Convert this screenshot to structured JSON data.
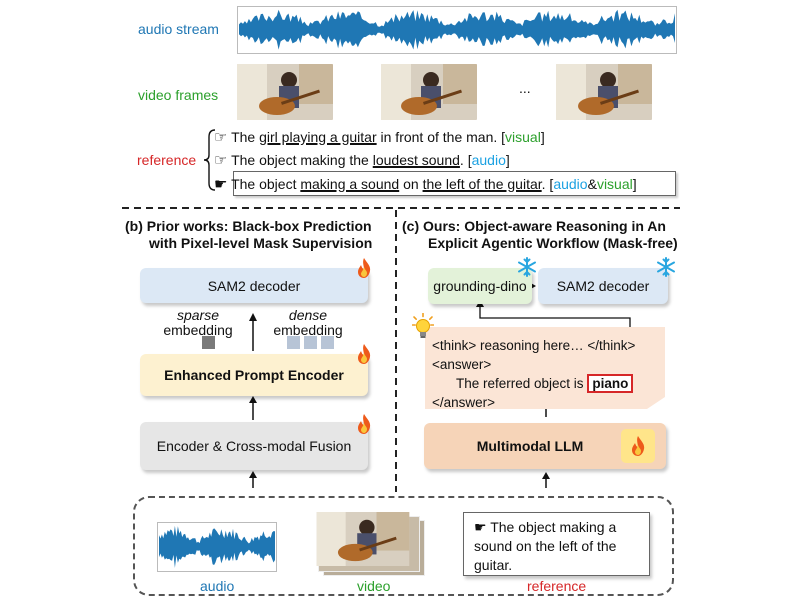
{
  "top": {
    "audio_label": "audio stream",
    "video_label": "video frames",
    "ellipsis": "...",
    "reference_label": "reference",
    "references": [
      {
        "pre": "The ",
        "u1": "girl playing a guitar",
        "mid": " in front of the man. [",
        "tag1": "visual",
        "amp": "",
        "tag2": "",
        "end": "]"
      },
      {
        "pre": "The object making the ",
        "u1": "loudest sound",
        "mid": ". [",
        "tag1": "audio",
        "amp": "",
        "tag2": "",
        "end": "]"
      },
      {
        "pre": "The object ",
        "u1": "making a sound",
        "mid": " on ",
        "u2": "the left of the guitar",
        "mid2": ". [",
        "tag1": "audio",
        "amp": "&",
        "tag2": "visual",
        "end": "]"
      }
    ]
  },
  "left": {
    "title_line1": "(b) Prior works: Black-box Prediction",
    "title_line2": "with Pixel-level Mask Supervision",
    "sam2": "SAM2 decoder",
    "sparse1": "sparse",
    "sparse2": "embedding",
    "dense1": "dense",
    "dense2": "embedding",
    "prompt_encoder": "Enhanced Prompt Encoder",
    "fusion": "Encoder & Cross-modal Fusion"
  },
  "right": {
    "title_line1": "(c) Ours: Object-aware Reasoning in An",
    "title_line2": "Explicit Agentic Workflow (Mask-free)",
    "grounding": "grounding-dino",
    "sam2": "SAM2 decoder",
    "think": "<think> reasoning here… </think>",
    "answer_open": "<answer>",
    "referred": "The referred object is",
    "object": "piano",
    "answer_close": "</answer>",
    "llm": "Multimodal LLM"
  },
  "bottom": {
    "audio": "audio",
    "video": "video",
    "reference": "reference",
    "ref_text": "The object making a sound on the left of the guitar."
  },
  "colors": {
    "audio_blue": "#1f77b4",
    "video_green": "#2ca02c",
    "reference_red": "#d62728",
    "tag_blue": "#1ba1e2",
    "sam2_bg": "#dce8f5",
    "prompt_bg": "#fdf1d0",
    "fusion_bg": "#e6e6e6",
    "grounding_bg": "#e3f2d9",
    "llm_bg": "#f6d4b8"
  }
}
